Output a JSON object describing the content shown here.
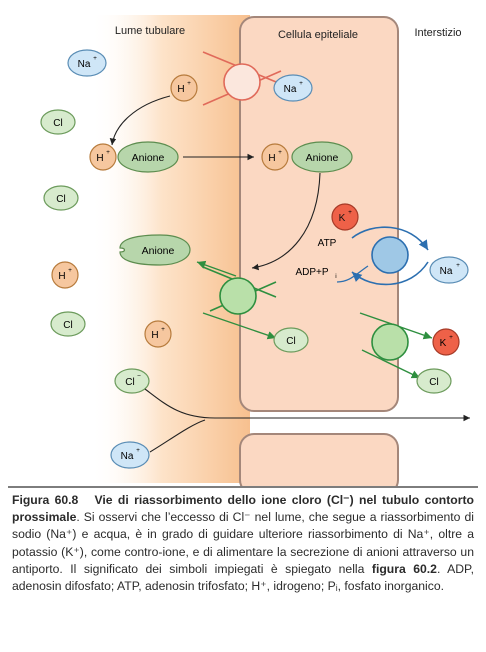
{
  "regions": {
    "lumen": "Lume tubulare",
    "cell": "Cellula epiteliale",
    "interstitium": "Interstizio"
  },
  "ions": {
    "na": "Na",
    "na_sup": "+",
    "h": "H",
    "h_sup": "+",
    "k": "K",
    "k_sup": "+",
    "cl": "Cl",
    "cl_minus": "Cl",
    "cl_minus_sup": "−",
    "anion": "Anione",
    "atp": "ATP",
    "adp_pi": "ADP+P",
    "adp_pi_sub": "i"
  },
  "colors": {
    "lumen_gradient_start": "#f7c08f",
    "cell_fill": "#fbd8c2",
    "cell_border": "#a4877a",
    "na_fill": "#cfe6f7",
    "h_fill": "#f6c79f",
    "cl_fill": "#d7ebcd",
    "k_fill": "#ee6148",
    "anion_fill": "#b7d6ab",
    "transporter_green": "#b9e0a9",
    "transporter_green_stroke": "#2e8f3f",
    "pump_blue": "#9fc8e6",
    "pump_blue_stroke": "#2c6fb0",
    "exchanger_red": "#e06a5a"
  },
  "caption": {
    "label": "Figura 60.8",
    "title": "Vie di riassorbimento dello ione cloro (Cl⁻) nel tubulo contorto prossimale",
    "text1": ". Si osservi che l’eccesso di Cl⁻ nel lume, che segue a riassorbimento di sodio (Na⁺) e acqua, è in grado di guidare ulteriore riassorbimento di Na⁺, oltre a potassio (K⁺), come contro-ione, e di alimentare la secrezione di anioni attraverso un antiporto. Il significato dei simboli impiegati è spiegato nella ",
    "figref": "figura 60.2",
    "text2": ". ADP, adenosin difosfato; ATP, adenosin trifosfato; H⁺, idrogeno; Pᵢ, fosfato inorganico."
  }
}
